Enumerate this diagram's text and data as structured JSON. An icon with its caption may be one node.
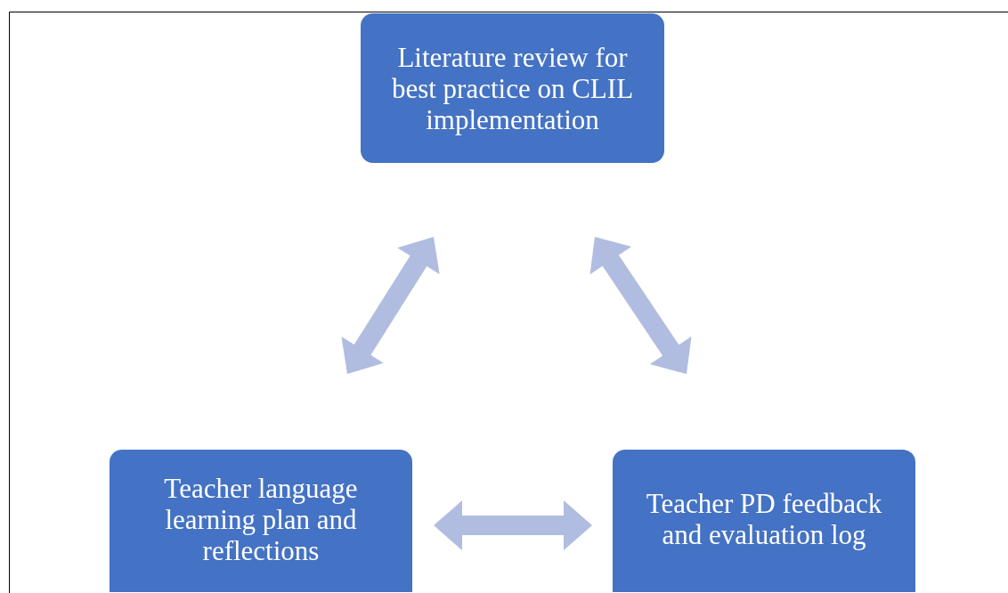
{
  "diagram": {
    "nodes": [
      {
        "text": [
          "Literature review for best practice on CLIL implementation"
        ]
      },
      {
        "text": [
          "Teacher language learning plan and reflections"
        ]
      },
      {
        "text": [
          "Teacher PD feedback and evaluation log"
        ]
      }
    ],
    "edges": [
      {
        "from": 1,
        "to": 0,
        "arrow": "both",
        "style": "thick"
      },
      {
        "from": 0,
        "to": 2,
        "arrow": "both",
        "style": "thick"
      },
      {
        "from": 1,
        "to": 2,
        "arrow": "both",
        "style": "thick"
      }
    ]
  }
}
